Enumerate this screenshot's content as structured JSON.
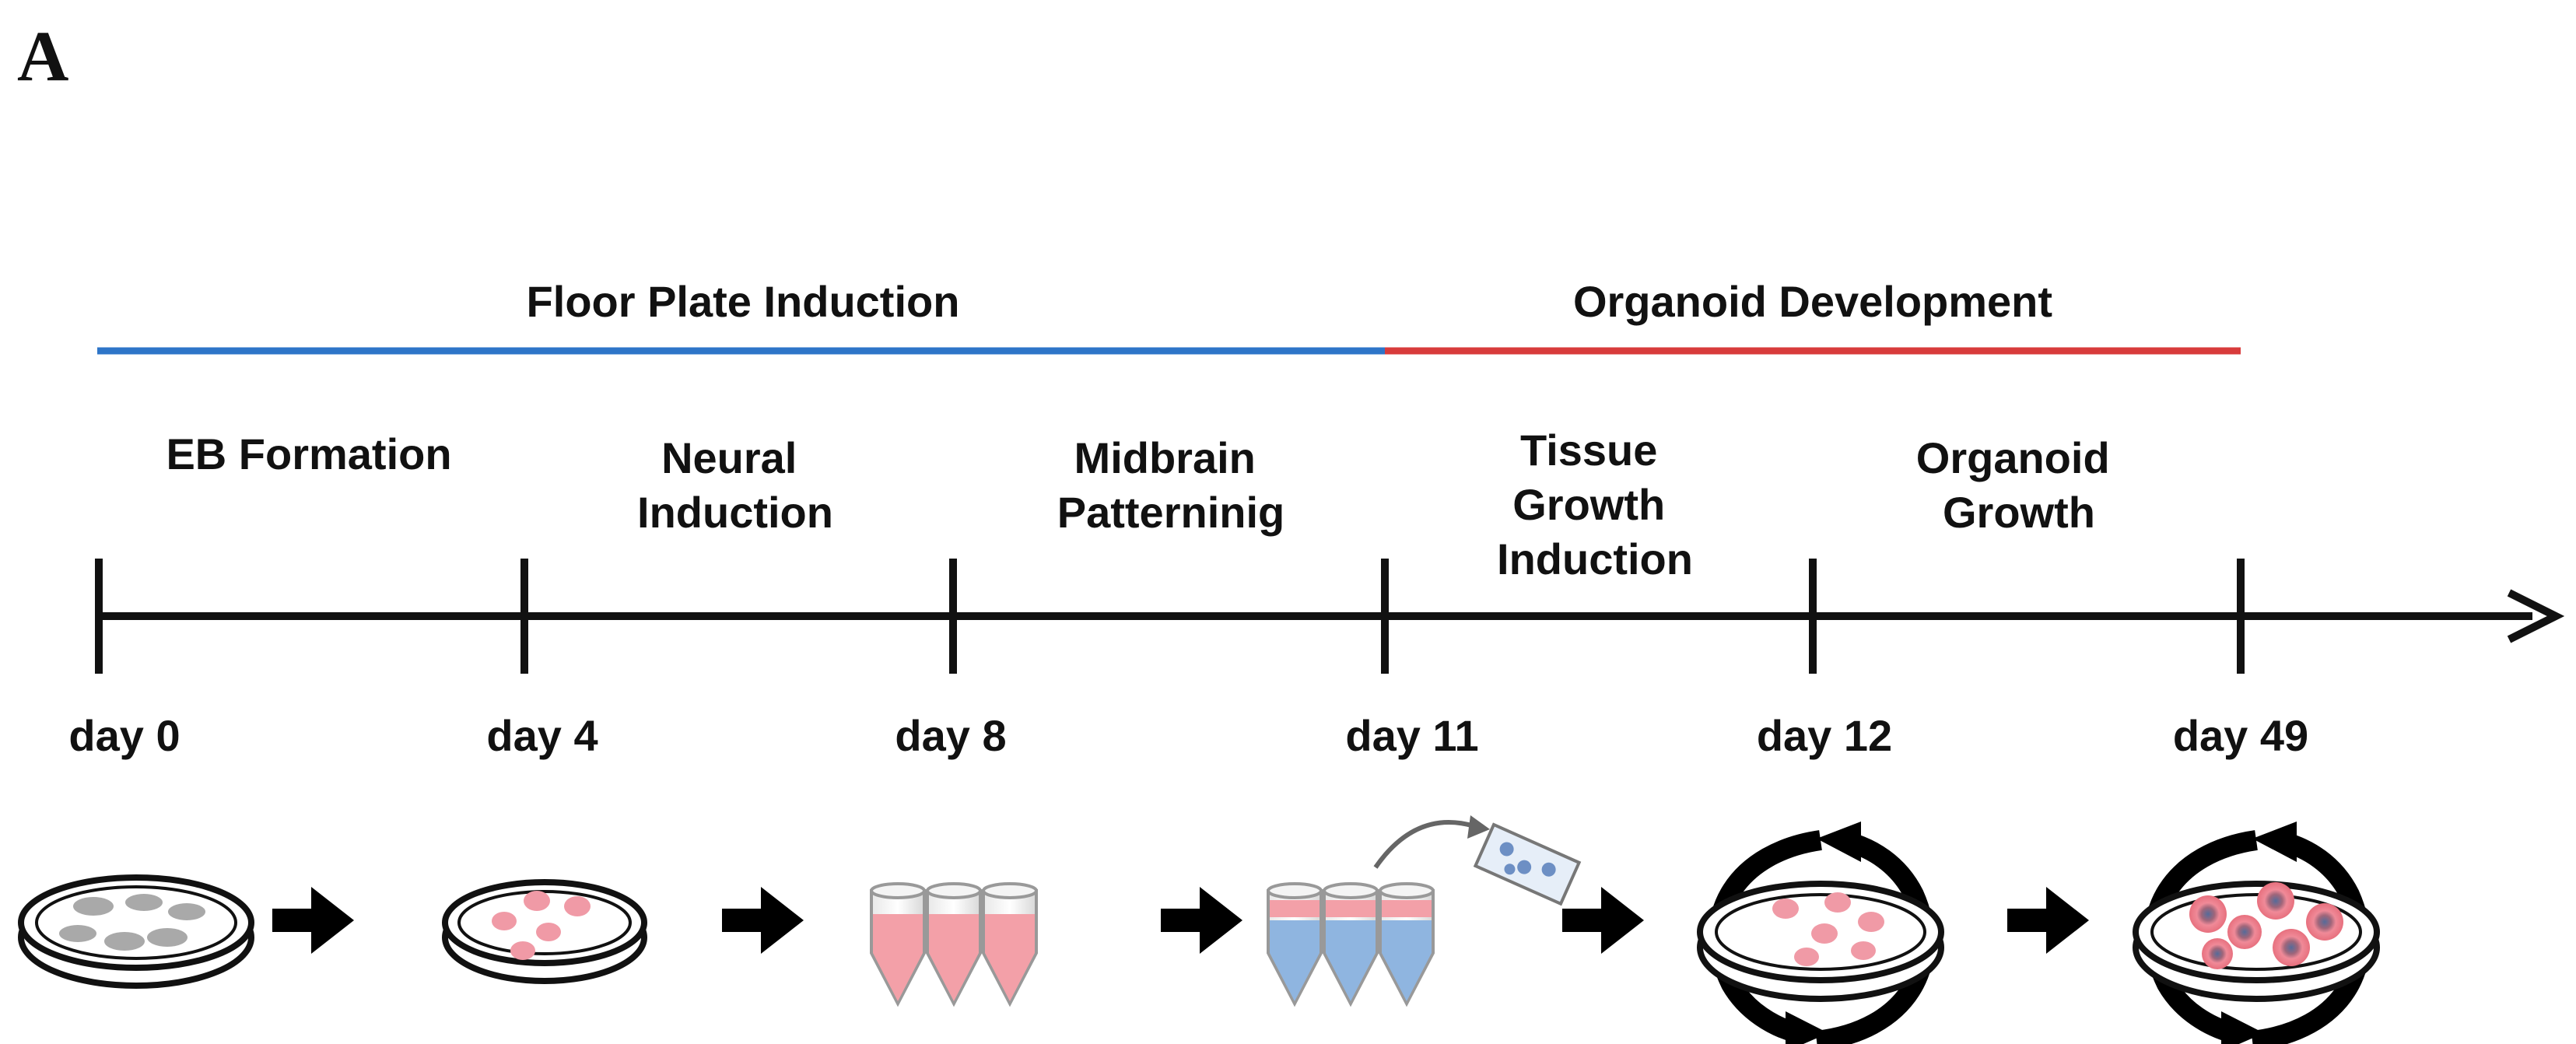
{
  "panel_label": "A",
  "phases": [
    {
      "label": "Floor Plate Induction",
      "color": "#2e75c8"
    },
    {
      "label": "Organoid Development",
      "color": "#d83b3b"
    }
  ],
  "stages": [
    {
      "lines": [
        "EB Formation"
      ]
    },
    {
      "lines": [
        "Neural",
        "Induction"
      ]
    },
    {
      "lines": [
        "Midbrain",
        "Patterninig"
      ]
    },
    {
      "lines": [
        "Tissue",
        "Growth",
        "Induction"
      ]
    },
    {
      "lines": [
        "Organoid",
        "Growth"
      ]
    }
  ],
  "days": [
    "day 0",
    "day 4",
    "day 8",
    "day 11",
    "day 12",
    "day 49"
  ],
  "illustrations": [
    {
      "icon": "culture-dish-gray-cells-icon"
    },
    {
      "icon": "culture-dish-pink-cells-icon"
    },
    {
      "icon": "conical-tubes-pink-medium-icon"
    },
    {
      "icon": "conical-tubes-transfer-to-matrigel-icon"
    },
    {
      "icon": "orbital-shaker-dish-icon"
    },
    {
      "icon": "orbital-shaker-organoids-icon"
    }
  ],
  "colors": {
    "cell_pink": "#f09aa6",
    "cell_gray": "#a9a9a9",
    "medium_pink": "#f3a0a8",
    "medium_blue": "#8fb5e0",
    "axis": "#111111"
  }
}
